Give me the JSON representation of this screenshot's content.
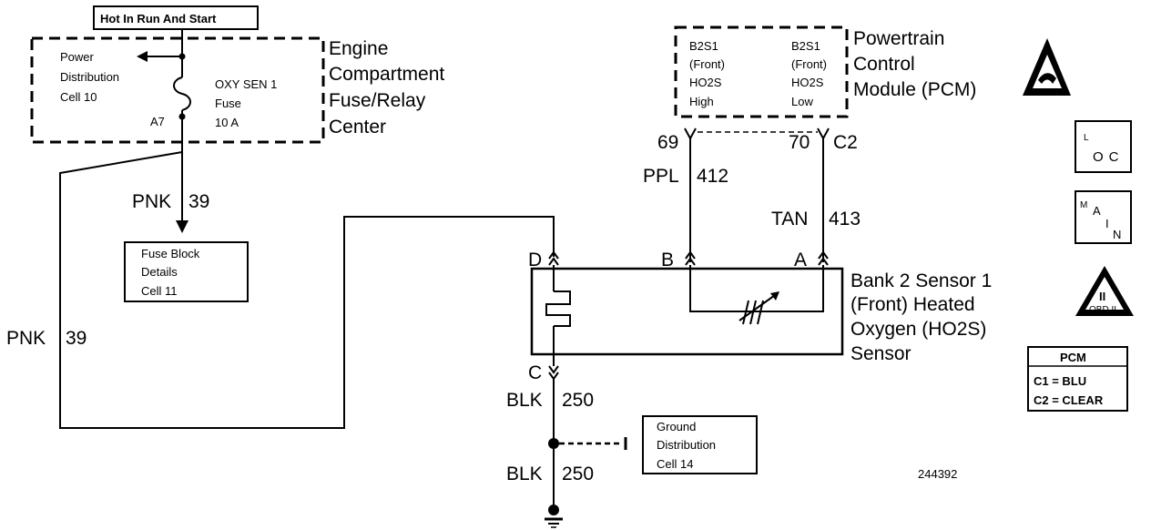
{
  "hot_label": "Hot In Run And Start",
  "fuse_center": {
    "title_lines": [
      "Engine",
      "Compartment",
      "Fuse/Relay",
      "Center"
    ],
    "power_dist_lines": [
      "Power",
      "Distribution",
      "Cell 10"
    ],
    "fuse_lines": [
      "OXY SEN 1",
      "Fuse",
      "10 A"
    ],
    "terminal": "A7"
  },
  "wires": {
    "pnk_upper_color": "PNK",
    "pnk_upper_circuit": "39",
    "pnk_left_color": "PNK",
    "pnk_left_circuit": "39",
    "ppl_color": "PPL",
    "ppl_circuit": "412",
    "tan_color": "TAN",
    "tan_circuit": "413",
    "blk_upper_color": "BLK",
    "blk_upper_circuit": "250",
    "blk_lower_color": "BLK",
    "blk_lower_circuit": "250"
  },
  "fuse_block_lines": [
    "Fuse Block",
    "Details",
    "Cell 11"
  ],
  "pcm": {
    "title_lines": [
      "Powertrain",
      "Control",
      "Module (PCM)"
    ],
    "left_lines": [
      "B2S1",
      "(Front)",
      "HO2S",
      "High"
    ],
    "right_lines": [
      "B2S1",
      "(Front)",
      "HO2S",
      "Low"
    ],
    "pin_left": "69",
    "pin_right": "70",
    "connector": "C2"
  },
  "sensor": {
    "title_lines": [
      "Bank 2 Sensor 1",
      "(Front) Heated",
      "Oxygen (HO2S)",
      "Sensor"
    ],
    "pin_d": "D",
    "pin_b": "B",
    "pin_a": "A",
    "pin_c": "C"
  },
  "ground_lines": [
    "Ground",
    "Distribution",
    "Cell 14"
  ],
  "diagram_number": "244392",
  "icons": {
    "loc_top": "L",
    "loc_bottom": "OC",
    "main_m": "M",
    "main_a": "A",
    "main_i": "I",
    "main_n": "N",
    "obd_roman": "II",
    "obd_label": "OBD II"
  },
  "legend": {
    "title": "PCM",
    "rows": [
      "C1 = BLU",
      "C2 = CLEAR"
    ]
  }
}
